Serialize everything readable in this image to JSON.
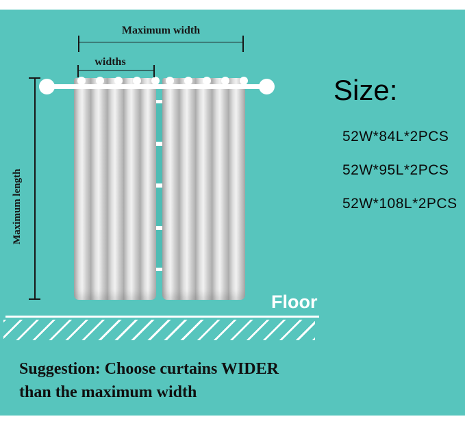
{
  "colors": {
    "background_teal": "#57c5bd",
    "curtain_gray": "#c9c9c9",
    "rod_white": "#ffffff",
    "annotation_black": "#171717",
    "floor_text_white": "#ffffff"
  },
  "annotations": {
    "max_width": "Maximum width",
    "widths": "widths",
    "max_length": "Maximum length",
    "floor": "Floor"
  },
  "size_panel": {
    "title": "Size:",
    "options": [
      "52W*84L*2PCS",
      "52W*95L*2PCS",
      "52W*108L*2PCS"
    ]
  },
  "suggestion": {
    "line1": "Suggestion: Choose curtains WIDER",
    "line2": "than the maximum width"
  }
}
